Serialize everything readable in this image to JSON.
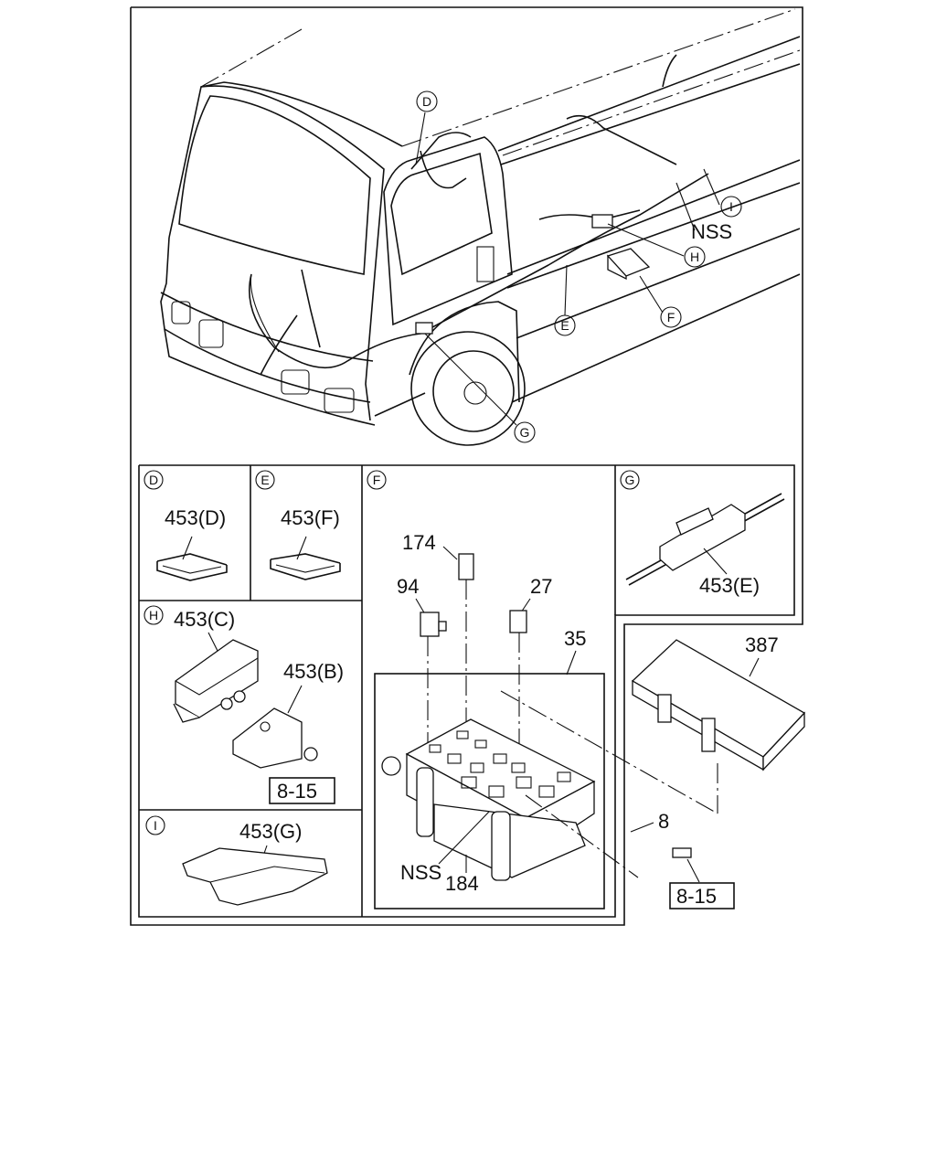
{
  "callouts": {
    "D": "D",
    "E": "E",
    "F": "F",
    "G": "G",
    "H": "H",
    "I": "I"
  },
  "labels": {
    "nss_top": "NSS",
    "nss_fuse": "NSS",
    "p453D": "453(D)",
    "p453F": "453(F)",
    "p453C": "453(C)",
    "p453B": "453(B)",
    "p453E": "453(E)",
    "p453G": "453(G)",
    "p174": "174",
    "p94": "94",
    "p27": "27",
    "p35": "35",
    "p387": "387",
    "p8": "8",
    "p184": "184",
    "ref_h": "8-15",
    "ref_f": "8-15"
  }
}
